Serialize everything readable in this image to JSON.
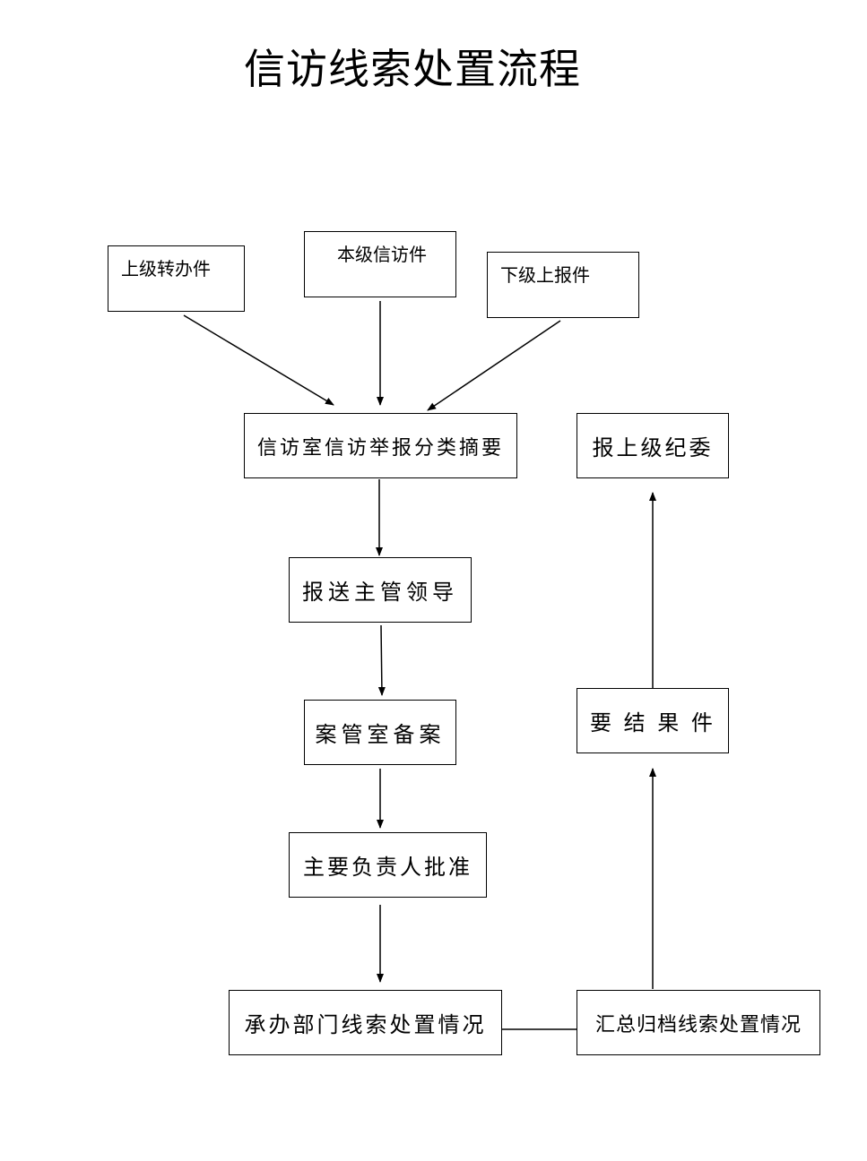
{
  "title": "信访线索处置流程",
  "nodes": {
    "superior_transfer": "上级转办件",
    "local_petition": "本级信访件",
    "subordinate_report": "下级上报件",
    "classify_summarize": "信访室信访举报分类摘要",
    "report_to_leader": "报送主管领导",
    "case_registration": "案管室备案",
    "chief_approval": "主要负责人批准",
    "department_handling": "承办部门线索处置情况",
    "summary_archive": "汇总归档线索处置情况",
    "result_required": "要 结 果 件",
    "report_superior_commission": "报上级纪委"
  }
}
